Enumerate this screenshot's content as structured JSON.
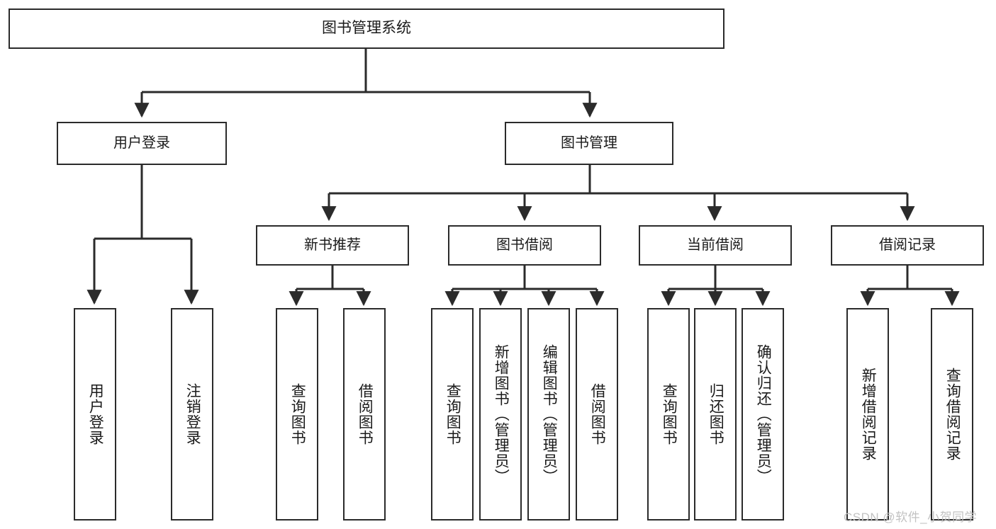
{
  "diagram": {
    "title": "图书管理系统",
    "type": "tree",
    "watermark": "CSDN @软件_小贺同学",
    "colors": {
      "box_border": "#2b2b2b",
      "box_fill": "#ffffff",
      "line": "#2b2b2b",
      "text": "#1a1a1a",
      "watermark": "#c2c2c2"
    },
    "root": {
      "label": "图书管理系统"
    },
    "level2": [
      {
        "id": "user-login",
        "label": "用户登录"
      },
      {
        "id": "book-manage",
        "label": "图书管理"
      }
    ],
    "level3": [
      {
        "id": "new-book-recommend",
        "label": "新书推荐",
        "parent": "book-manage"
      },
      {
        "id": "book-borrow",
        "label": "图书借阅",
        "parent": "book-manage"
      },
      {
        "id": "current-borrow",
        "label": "当前借阅",
        "parent": "book-manage"
      },
      {
        "id": "borrow-record",
        "label": "借阅记录",
        "parent": "book-manage"
      }
    ],
    "leaves": {
      "user_login": [
        {
          "id": "leaf-user-login",
          "label": "用户登录"
        },
        {
          "id": "leaf-user-logout",
          "label": "注销登录"
        }
      ],
      "new_book_recommend": [
        {
          "id": "leaf-query-book-1",
          "label": "查询图书"
        },
        {
          "id": "leaf-borrow-book-1",
          "label": "借阅图书"
        }
      ],
      "book_borrow": [
        {
          "id": "leaf-query-book-2",
          "label": "查询图书"
        },
        {
          "id": "leaf-add-book",
          "label": "新增图书（管理员）"
        },
        {
          "id": "leaf-edit-book",
          "label": "编辑图书（管理员）"
        },
        {
          "id": "leaf-borrow-book-2",
          "label": "借阅图书"
        }
      ],
      "current_borrow": [
        {
          "id": "leaf-query-book-3",
          "label": "查询图书"
        },
        {
          "id": "leaf-return-book",
          "label": "归还图书"
        },
        {
          "id": "leaf-confirm-return",
          "label": "确认归还（管理员）"
        }
      ],
      "borrow_record": [
        {
          "id": "leaf-add-record",
          "label": "新增借阅记录"
        },
        {
          "id": "leaf-query-record",
          "label": "查询借阅记录"
        }
      ]
    }
  }
}
